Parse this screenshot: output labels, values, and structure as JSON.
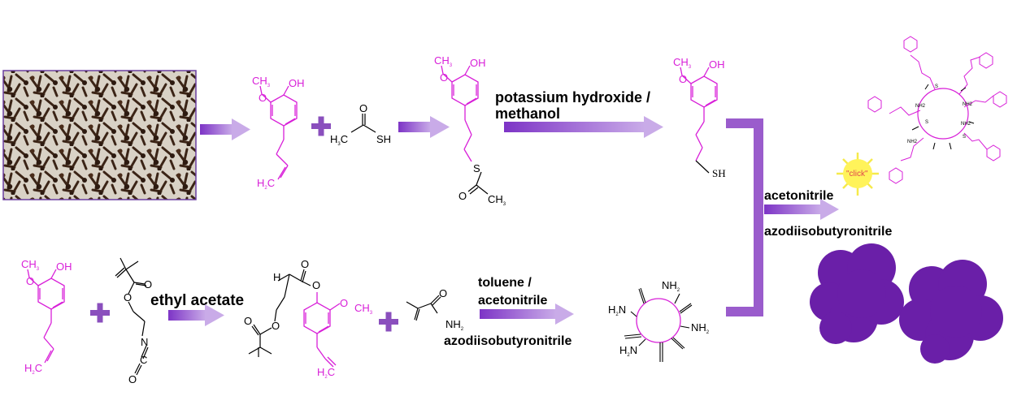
{
  "colors": {
    "arrow_start": "#7d34c6",
    "arrow_end": "#c6a6e6",
    "magenta": "#d81fd8",
    "plus": "#8a4fbd",
    "blob": "#6a1fa8",
    "sun": "#fff35a"
  },
  "labels": {
    "koh_line1": "potassium hydroxide /",
    "koh_line2": "methanol",
    "ethyl_acetate": "ethyl acetate",
    "toluene_line1": "toluene /",
    "toluene_line2": "acetonitrile",
    "aibn_bottom": "azodiisobutyronitrile",
    "acetonitrile_right": "acetonitrile",
    "aibn_right": "azodiisobutyronitrile",
    "click": "\"click\""
  },
  "chem_text": {
    "oh": "OH",
    "och3_o": "O",
    "ch3": "CH",
    "h2c": "H",
    "c_letter": "C",
    "h3c": "H",
    "sh": "SH",
    "s": "S",
    "o": "O",
    "nh2": "NH",
    "h2n": "H",
    "n": "N",
    "sub2": "2",
    "sub3": "3"
  },
  "icons": {
    "image": "clove-photo",
    "sun": "sun-icon",
    "blob": "nanoparticle-cluster"
  }
}
